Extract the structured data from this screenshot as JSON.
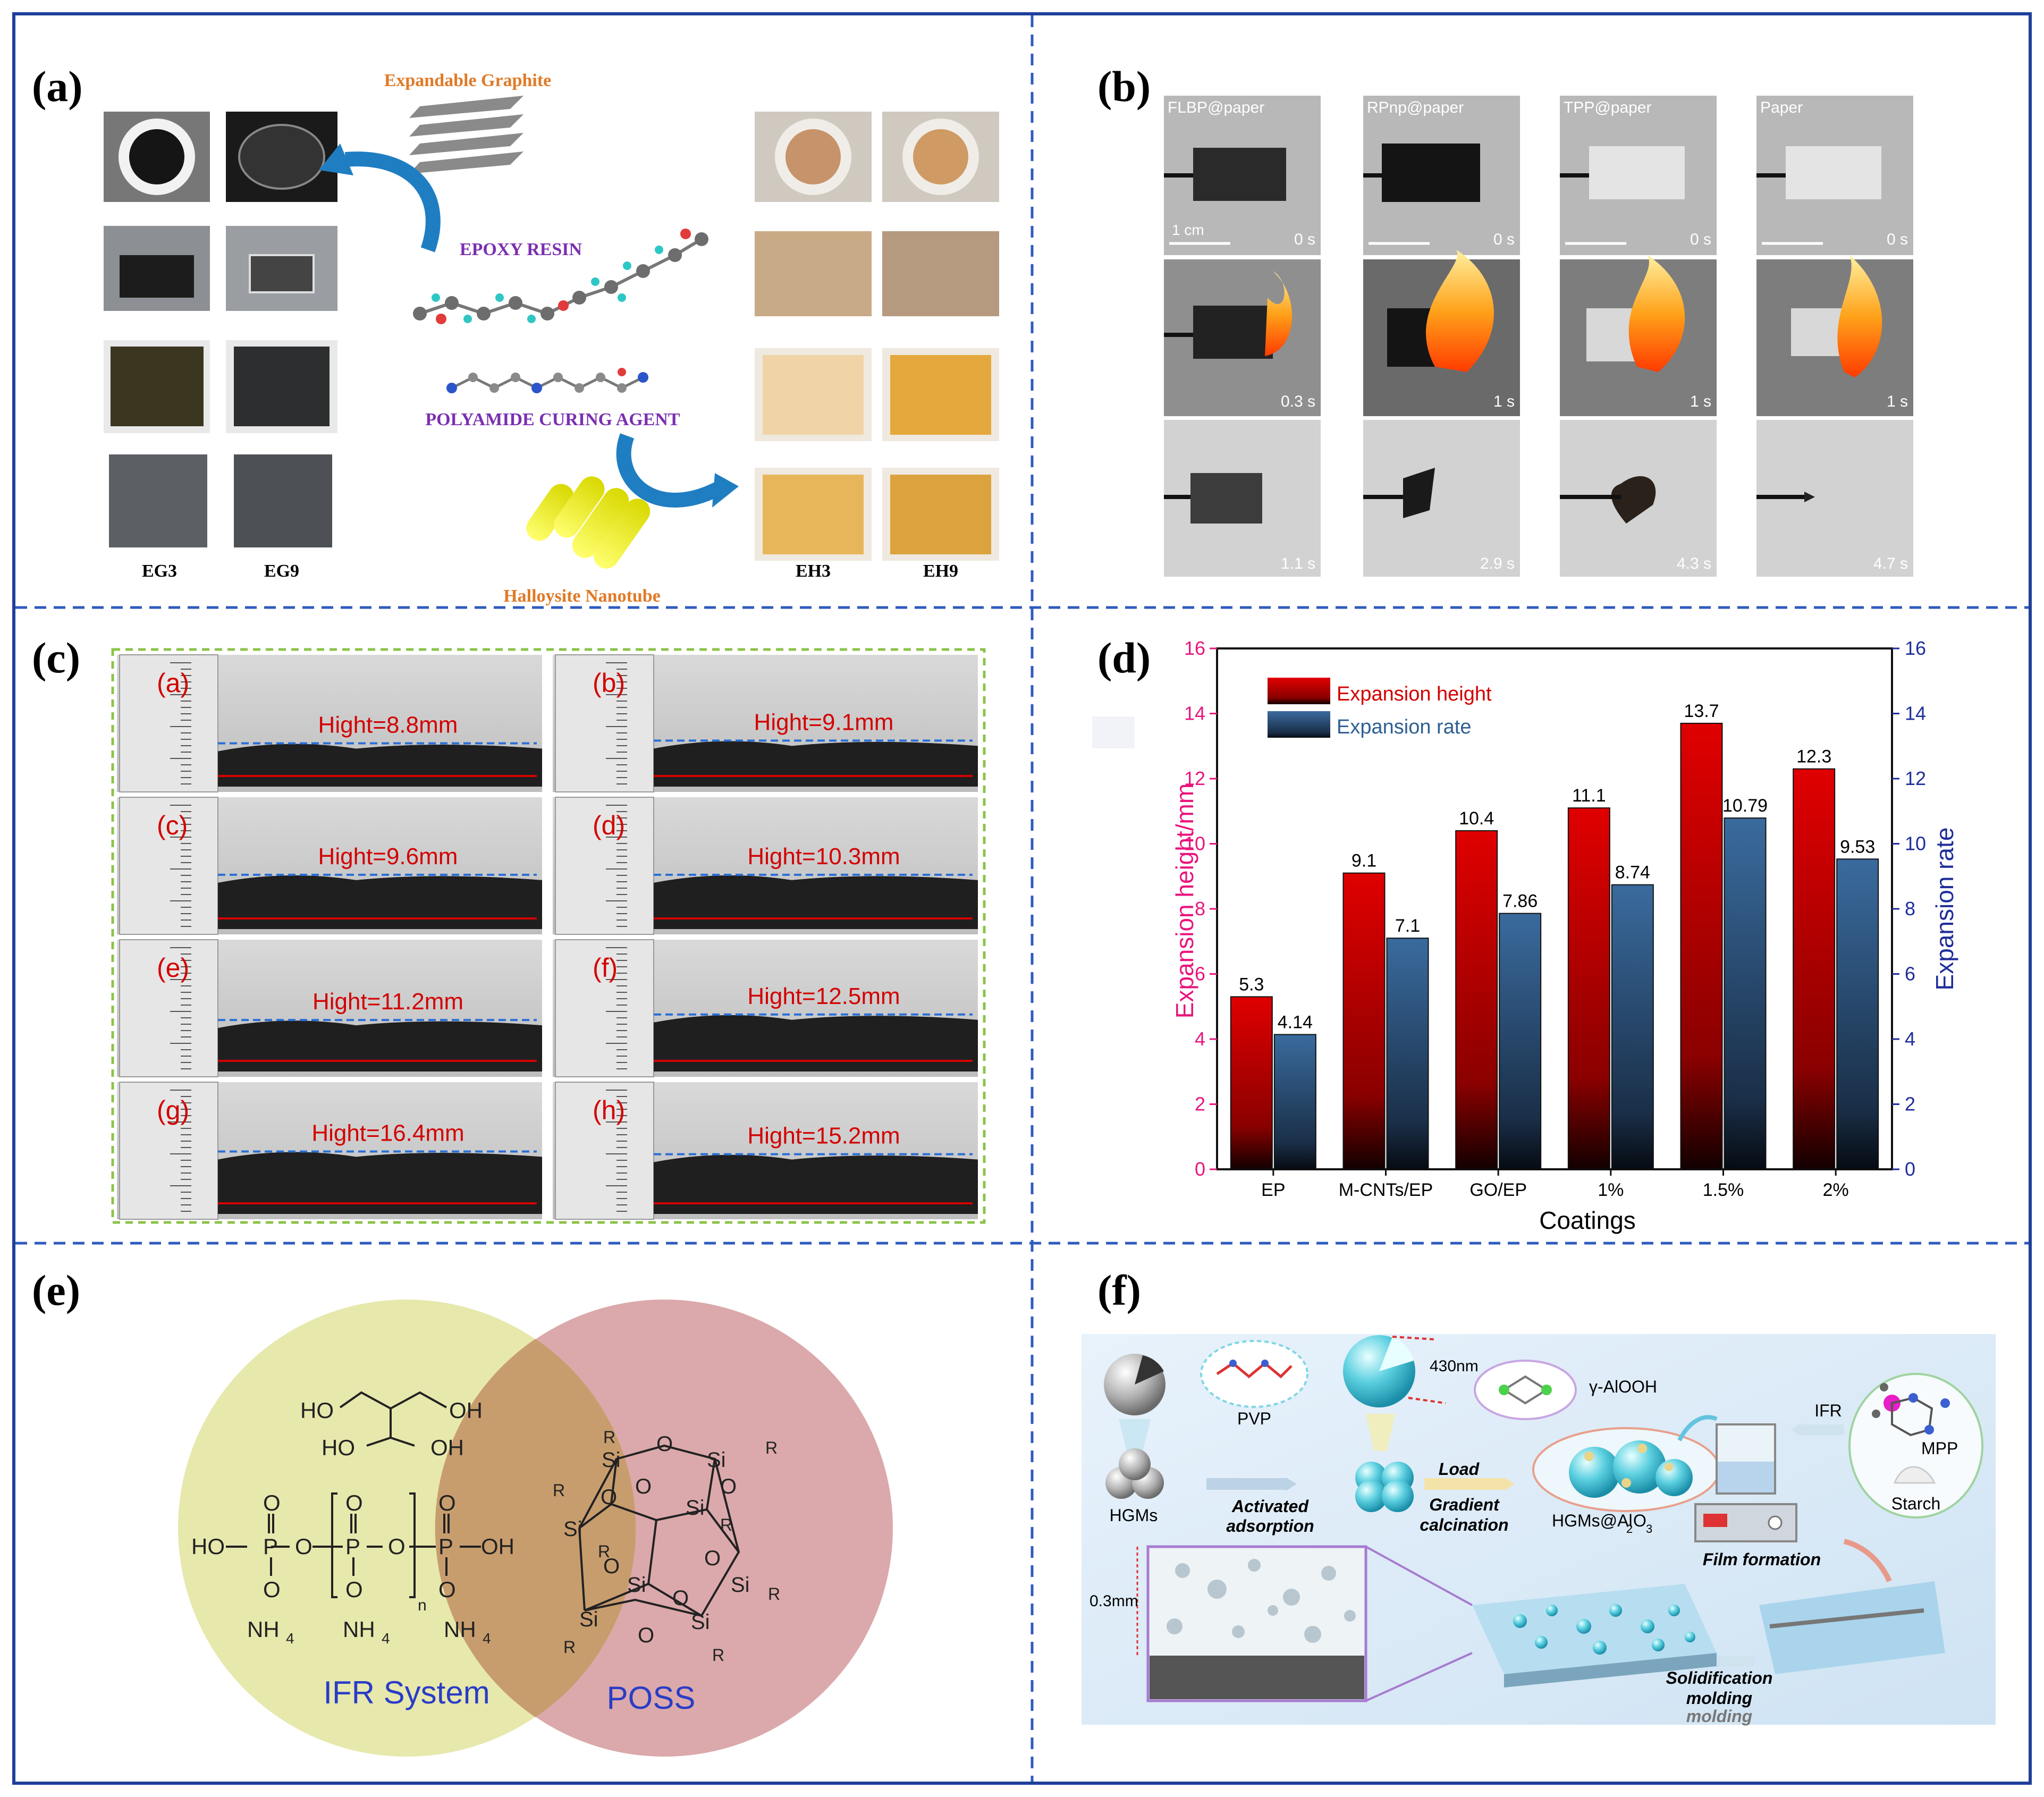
{
  "colors": {
    "border": "#1f3f9a",
    "divider": "#2f5bbf",
    "red_bar": "#d30000",
    "blue_bar": "#2f5f93",
    "left_axis": "#e8157c",
    "right_axis": "#1f2d9a",
    "circle_left": "#e6e7a8",
    "circle_right": "#d9a4a6",
    "overlap": "#c79a6a",
    "ifr_text": "#2a3cc7"
  },
  "panel_a": {
    "label": "(a)",
    "expandable_graphite": "Expandable Graphite",
    "epoxy_resin": "EPOXY RESIN",
    "curing_agent": "POLYAMIDE CURING AGENT",
    "halloysite": "Halloysite Nanotube",
    "samples": [
      "EG3",
      "EG9",
      "EH3",
      "EH9"
    ]
  },
  "panel_b": {
    "label": "(b)",
    "columns": [
      "FLBP@paper",
      "RPnp@paper",
      "TPP@paper",
      "Paper"
    ],
    "scale": "1 cm",
    "times": [
      [
        "0 s",
        "0 s",
        "0 s",
        "0 s"
      ],
      [
        "0.3 s",
        "1 s",
        "1 s",
        "1 s"
      ],
      [
        "1.1 s",
        "2.9 s",
        "4.3 s",
        "4.7 s"
      ]
    ]
  },
  "panel_c": {
    "label": "(c)",
    "photos": [
      {
        "tag": "(a)",
        "height": "Hight=8.8mm"
      },
      {
        "tag": "(b)",
        "height": "Hight=9.1mm"
      },
      {
        "tag": "(c)",
        "height": "Hight=9.6mm"
      },
      {
        "tag": "(d)",
        "height": "Hight=10.3mm"
      },
      {
        "tag": "(e)",
        "height": "Hight=11.2mm"
      },
      {
        "tag": "(f)",
        "height": "Hight=12.5mm"
      },
      {
        "tag": "(g)",
        "height": "Hight=16.4mm"
      },
      {
        "tag": "(h)",
        "height": "Hight=15.2mm"
      }
    ]
  },
  "panel_d": {
    "label": "(d)"
  },
  "chart_data": {
    "type": "bar",
    "categories": [
      "EP",
      "M-CNTs/EP",
      "GO/EP",
      "1%",
      "1.5%",
      "2%"
    ],
    "series": [
      {
        "name": "Expansion height",
        "values": [
          5.3,
          9.1,
          10.4,
          11.1,
          13.7,
          12.3
        ],
        "labels": [
          "5.3",
          "9.1",
          "10.4",
          "11.1",
          "13.7",
          "12.3"
        ]
      },
      {
        "name": "Expansion rate",
        "values": [
          4.14,
          7.1,
          7.86,
          8.74,
          10.79,
          9.53
        ],
        "labels": [
          "4.14",
          "7.1",
          "7.86",
          "8.74",
          "10.79",
          "9.53"
        ]
      }
    ],
    "xlabel": "Coatings",
    "ylabel": "Expansion height/mm",
    "y2label": "Expansion rate",
    "ylim": [
      0,
      16
    ],
    "yticks": [
      "0",
      "2",
      "4",
      "6",
      "8",
      "10",
      "12",
      "14",
      "16"
    ],
    "legend": "top-left",
    "grid": false
  },
  "panel_e": {
    "label": "(e)",
    "ifr": "IFR System",
    "poss": "POSS",
    "chem": {
      "ho1": "HO",
      "oh1": "OH",
      "ho2": "HO",
      "oh2": "OH",
      "ho3": "HO",
      "oh3": "OH",
      "p": "P",
      "o": "O",
      "nh4": "NH",
      "sub4": "4",
      "n": "n",
      "si": "Si",
      "r": "R"
    }
  },
  "panel_f": {
    "label": "(f)",
    "pvp": "PVP",
    "size": "430nm",
    "alooh": "γ-AlOOH",
    "ifr": "IFR",
    "mpp": "MPP",
    "starch": "Starch",
    "hgms": "HGMs",
    "activated": "Activated",
    "adsorption": "adsorption",
    "load": "Load",
    "gradient": "Gradient",
    "calcination": "calcination",
    "hgms_al": "HGMs@Al",
    "al_sub": "2",
    "al_o": "O",
    "al_sub2": "3",
    "film": "Film formation",
    "thickness": "0.3mm",
    "solid1": "Solidification",
    "solid2": "molding",
    "solid3": "molding"
  }
}
